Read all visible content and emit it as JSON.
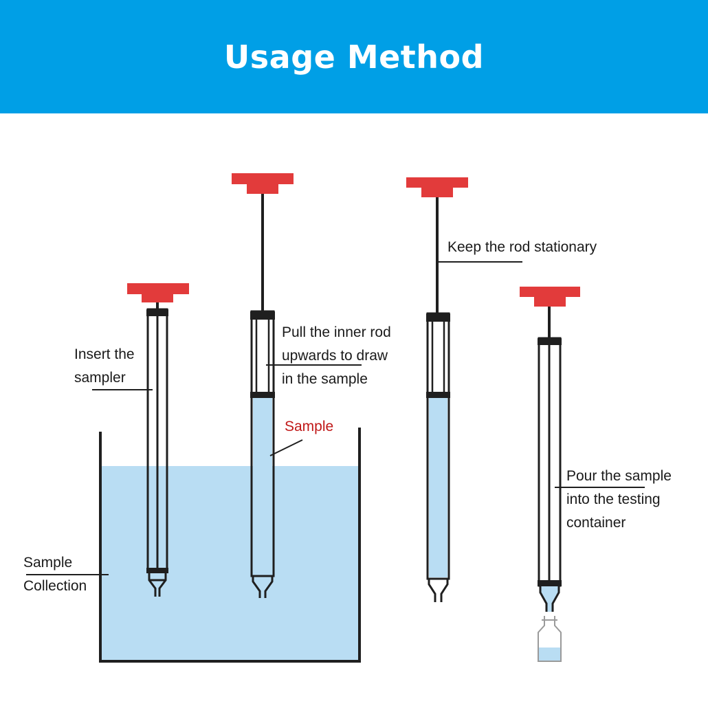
{
  "header": {
    "title": "Usage Method"
  },
  "labels": {
    "insert": [
      "Insert the",
      "sampler"
    ],
    "pull": [
      "Pull the inner rod",
      "upwards to draw",
      "in the sample"
    ],
    "sample": "Sample",
    "keep": "Keep the rod stationary",
    "pour": [
      "Pour the sample",
      "into the testing",
      "container"
    ],
    "collection": [
      "Sample",
      "Collection"
    ]
  },
  "colors": {
    "banner": "#009fe6",
    "handle": "#e23b3b",
    "liquid": "#b9ddf3",
    "outline": "#1f1f1f",
    "sample_label": "#c01818"
  }
}
